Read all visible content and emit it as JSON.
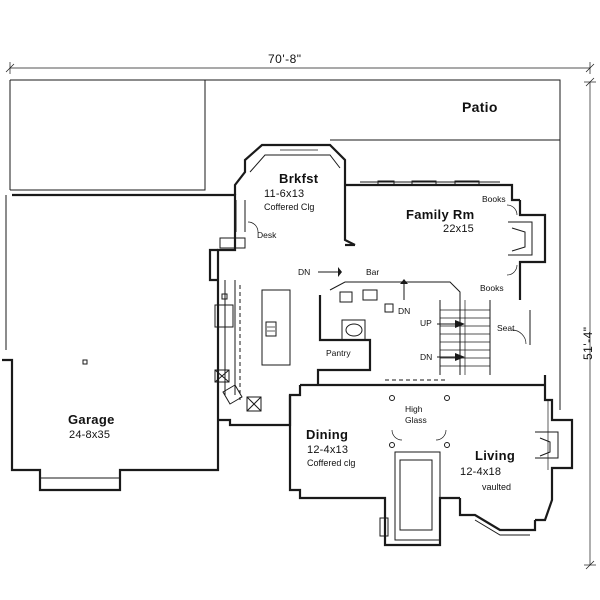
{
  "dimensions": {
    "overall_width": "70'-8\"",
    "overall_depth": "51'-4\""
  },
  "rooms": {
    "patio": {
      "name": "Patio"
    },
    "brkfst": {
      "name": "Brkfst",
      "size": "11-6x13",
      "note": "Coffered Clg"
    },
    "family": {
      "name": "Family Rm",
      "size": "22x15"
    },
    "garage": {
      "name": "Garage",
      "size": "24-8x35"
    },
    "dining": {
      "name": "Dining",
      "size": "12-4x13",
      "note": "Coffered clg"
    },
    "living": {
      "name": "Living",
      "size": "12-4x18",
      "note": "vaulted"
    }
  },
  "labels": {
    "desk": "Desk",
    "bar": "Bar",
    "pantry": "Pantry",
    "books_top": "Books",
    "books_bottom": "Books",
    "seat": "Seat",
    "dn_kitchen": "DN",
    "dn_bar": "DN",
    "up_stair": "UP",
    "dn_stair": "DN",
    "high": "High",
    "glass": "Glass"
  }
}
